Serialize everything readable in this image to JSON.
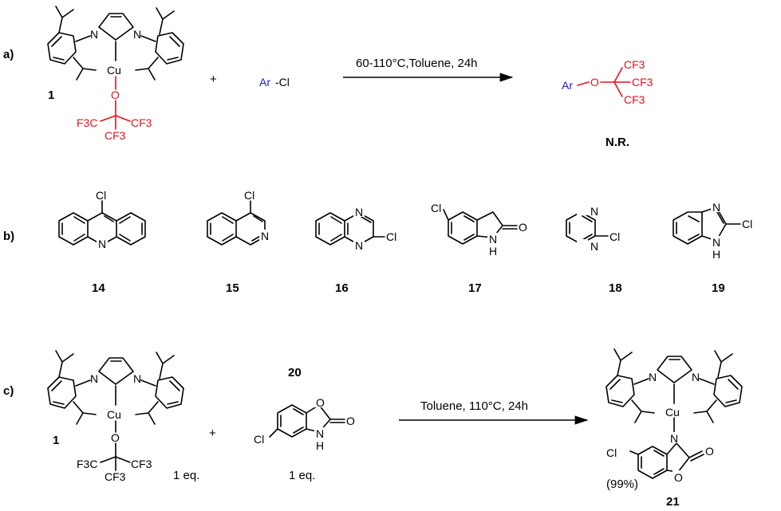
{
  "colors": {
    "fluoro": "#e0141e",
    "aryl": "#1a1acc",
    "ink": "#000000"
  },
  "panels": {
    "a": {
      "tag": "a)",
      "compound": "1",
      "plus": "+",
      "reagent_ar": "Ar",
      "reagent_cl": "-Cl",
      "conditions": "60-110°C,Toluene, 24h",
      "product_ar": "Ar",
      "product_o": "O",
      "result": "N.R."
    },
    "b": {
      "tag": "b)",
      "compounds": [
        "14",
        "15",
        "16",
        "17",
        "18",
        "19"
      ]
    },
    "c": {
      "tag": "c)",
      "compound": "1",
      "eq1": "1 eq.",
      "plus": "+",
      "reagent": "20",
      "eq2": "1 eq.",
      "conditions": "Toluene, 110°C, 24h",
      "product": "21",
      "yield": "(99%)"
    }
  },
  "atoms": {
    "N": "N",
    "Cu": "Cu",
    "O": "O",
    "Cl": "Cl",
    "H": "H",
    "F3C": "F3C",
    "CF3": "CF3",
    "F": "F",
    "C": "C"
  }
}
